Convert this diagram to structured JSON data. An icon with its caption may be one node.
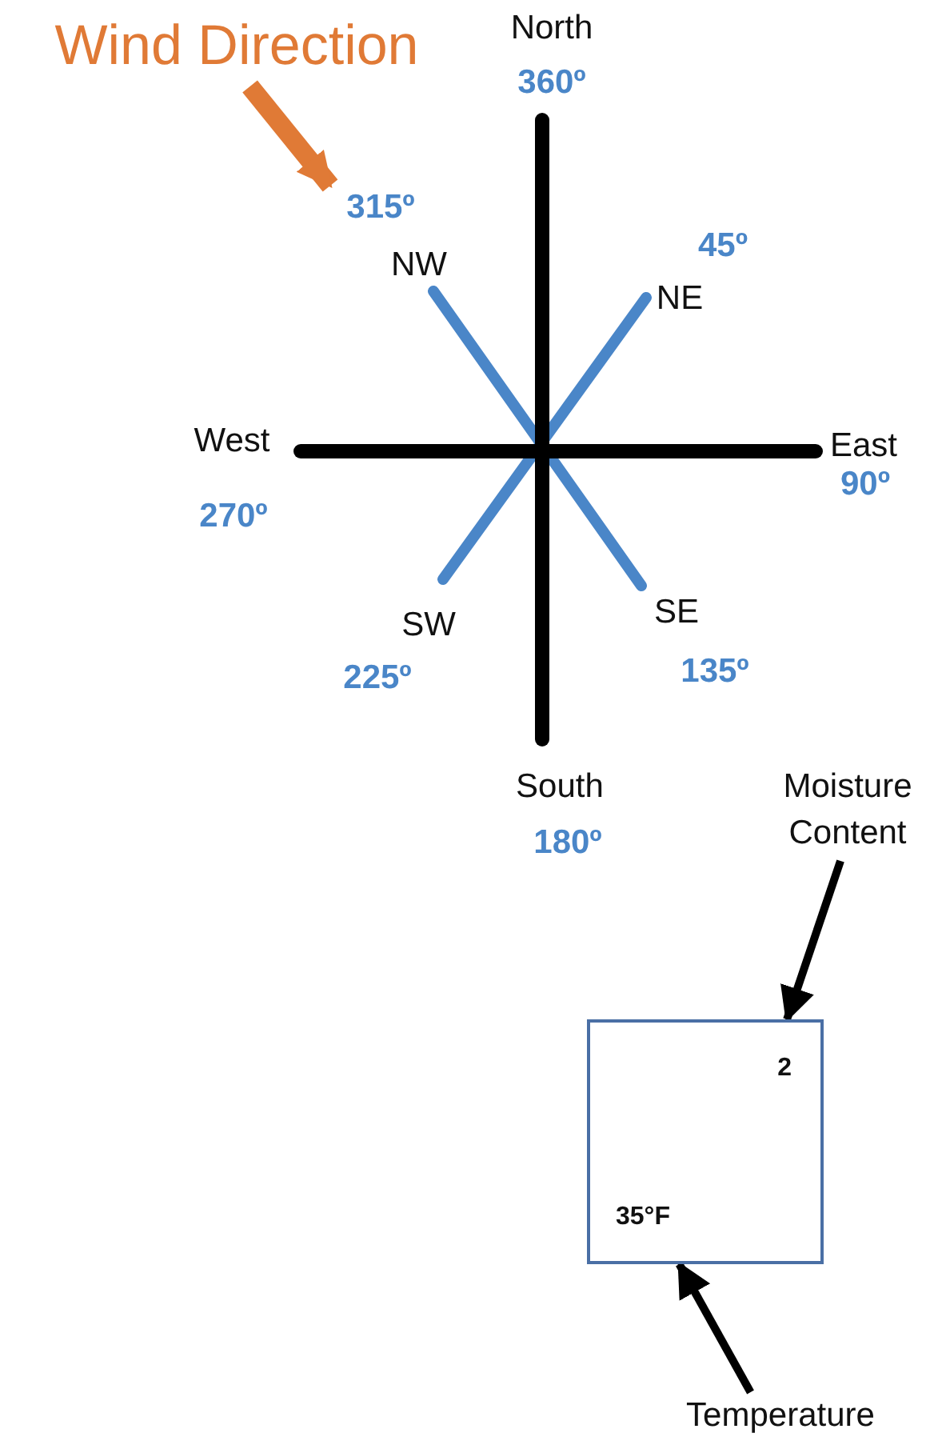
{
  "diagram": {
    "nodes": [
      {
        "text": [
          "Wind Direction"
        ]
      },
      {
        "text": [
          "315º"
        ]
      },
      {
        "text": [
          "2",
          "35°F"
        ]
      },
      {
        "text": [
          "Moisture Content"
        ]
      },
      {
        "text": [
          "Temperature"
        ]
      }
    ],
    "edges": [
      {
        "from": 0,
        "to": 1,
        "arrow": "to",
        "style": "thick",
        "color": "#e07a36"
      },
      {
        "from": 3,
        "to": 2,
        "arrow": "to"
      },
      {
        "from": 4,
        "to": 2,
        "arrow": "to"
      }
    ],
    "labels": [
      "North",
      "360º",
      "45º",
      "NW",
      "NE",
      "West",
      "East",
      "90º",
      "270º",
      "SW",
      "SE",
      "225º",
      "135º",
      "South",
      "180º"
    ]
  }
}
